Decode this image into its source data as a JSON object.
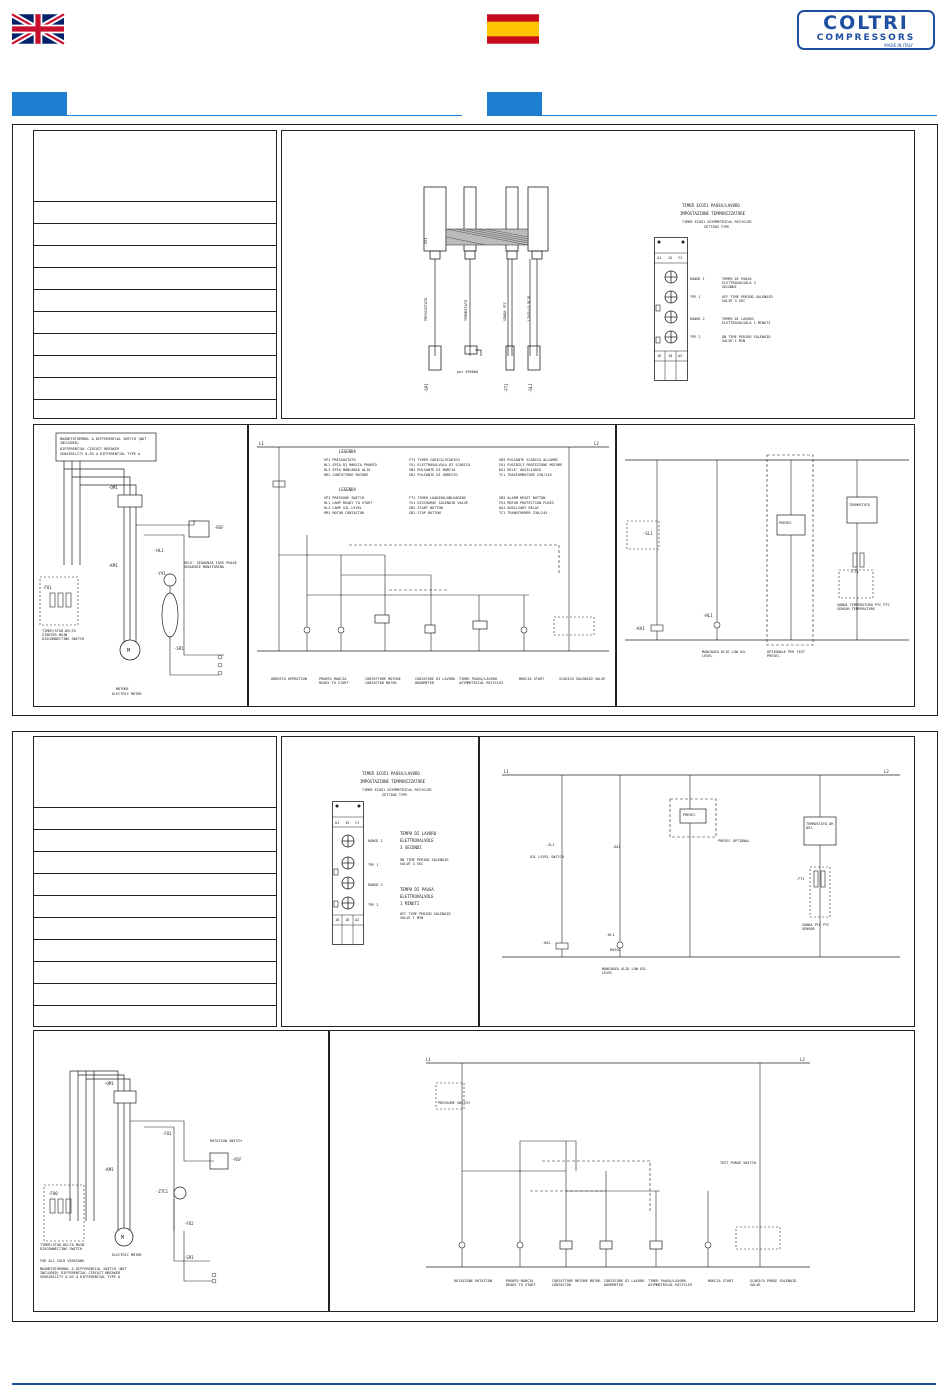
{
  "header": {
    "logo": {
      "brand": "COLTRI",
      "sub": "COMPRESSORS",
      "tagline": "MADE IN ITALY"
    },
    "flags": [
      "uk-flag",
      "spain-flag"
    ]
  },
  "colors": {
    "accent": "#1e7fd0",
    "brand": "#1e4fa0"
  },
  "top": {
    "timer": {
      "title1": "TIMER ECO51 PAUSA/LAVORO",
      "title2": "IMPOSTAZIONE TEMPORIZZATORE",
      "title3": "TIMER ECO51 ASYMMETRICAL RECYCLER",
      "title4": "SETTING TYPE",
      "terminals_top": [
        "A1",
        "15",
        "Y1"
      ],
      "terminals_bottom": [
        "16",
        "18",
        "A2"
      ],
      "range1": "RANGE 1",
      "range1_note": "TEMPO DI PAUSA ELETTROVALVOLA 3 SECONDI",
      "tpe1": "TPE 1",
      "tpe1_note": "OFF TIME PERIOD SOLENOID VALVE 3 SEC",
      "range2": "RANGE 2",
      "range2_note": "TEMPO DI LAVORO ELETTROVALVOLA 1 MINUTI",
      "tpe2": "TPE 2",
      "tpe2_note": "ON TIME PERIOD SOLENOID VALVE 1 MIN"
    },
    "sensors": [
      "-SP1",
      "-SL1",
      "-FT1",
      "-KT1"
    ],
    "sensor_note": "per SP6000",
    "power_notes": {
      "mag": "MAGNETOTHERMAL & DIFFERENTIAL SWITCH (NOT INCLUDED)",
      "diff": "DIFFERENTIAL CIRCUIT BREAKER",
      "sens": "SENSIBILITY 0.03 A  DIFFERENTIAL TYPE A",
      "main": "TIMER/STAR-DELTA STARTER MAIN DISCONNECTING SWITCH",
      "motor": "MOTORE",
      "motor_en": "ELECTRIC MOTOR",
      "relay": "RELE' SEQUENZA FASE PHASE SEQUENCE MONITORING"
    },
    "control": {
      "legend_title": "LEGENDA",
      "legend_title2": "LEGENDA",
      "legend_left": [
        "SP1 PRESSOSTATO",
        "HL1 SPIA DI MARCIA PRONTO",
        "HL2 SPIA MANCANZA OLIO",
        "KM1 CONTATTORE MOTORE"
      ],
      "legend_mid": [
        "FT1 TIMER CARICA/SCARICO",
        "YV1 ELETTROVALVOLA DI SCARICO",
        "SB2 PULSANTE DI MARCIA",
        "SB1 PULSANTE DI ARRESTO"
      ],
      "legend_right": [
        "SB3 PULSANTE SCARICO ALLARMI",
        "FU1 FUSIBILI PROTEZIONE MOTORE",
        "KA1 RELE' AUSILIARIO",
        "TC1 TRASFORMATORE 230/24V"
      ],
      "legend_left_en": [
        "SP1 PRESSURE SWITCH",
        "HL1 LAMP READY TO START",
        "HL2 LAMP OIL LEVEL",
        "KM1 MOTOR CONTACTOR"
      ],
      "legend_mid_en": [
        "FT1 TIMER LOADING/UNLOADING",
        "YV1 DISCHARGE SOLENOID VALVE",
        "SB2 START BUTTON",
        "SB1 STOP BUTTON"
      ],
      "legend_right_en": [
        "SB3 ALARM RESET BUTTON",
        "FU1 MOTOR PROTECTION FUSES",
        "KA1 AUXILIARY RELAY",
        "TC1 TRANSFORMER 230/24V"
      ],
      "bottom_labels": [
        "ARRESTO OPERATION",
        "PRONTO MARCIA READY TO START",
        "CONTATTORE MOTORE CONTACTOR MOTOR",
        "CONTATORE DI LAVORO HOURMETER",
        "TIMER PAUSA/LAVORO ASYMMETRICAL RECYCLES",
        "MARCIA START",
        "SCARICO SOLENOID VALVE"
      ]
    },
    "oil": {
      "labels": [
        "-SL1",
        "-HL1",
        "-KA1",
        "PRESEC",
        "TERMOSTATO",
        "-FT1"
      ],
      "low_oil": "MANCANZA OLIO LOW OIL LEVEL",
      "presec": "OPZIONALE PER TEST PRESEC",
      "probe": "SONDA TEMPERATURA PTC PTC SENSOR TEMPERATURE"
    }
  },
  "bottom": {
    "timer": {
      "title1": "TIMER ECO51 PAUSA/LAVORO",
      "title2": "IMPOSTAZIONE TEMPORIZZATORE",
      "title3": "TIMER ECO51 ASYMMETRICAL RECYCLER",
      "title4": "SETTING TYPE",
      "terminals_top": [
        "A1",
        "15",
        "Y1"
      ],
      "terminals_bottom": [
        "16",
        "18",
        "A2"
      ],
      "range1": "RANGE 1",
      "range1_big": "TEMPO DI LAVORO",
      "range1_big2": "ELETTROVALVOLE",
      "range1_big3": "3 SECONDI",
      "tpe1": "TPE 1",
      "tpe1_note": "ON TIME PERIOD SOLENOID VALVE 3 SEC",
      "range2": "RANGE 2",
      "range2_big": "TEMPO DI PAUSA",
      "range2_big2": "ELETTROVALVOLE",
      "range2_big3": "1 MINUTI",
      "tpe2": "TPE 2",
      "tpe2_note": "OFF TIME PERIOD SOLENOID VALVE 1 MIN"
    },
    "oil": {
      "sl1": "-SL1",
      "sl1_note": "OIL LEVEL SWITCH",
      "ka1": "-KA1",
      "hl1": "-HL1",
      "hl1_color": "ROSSO",
      "presec": "PRESEC",
      "presec_note": "PRESEC OPTIONAL",
      "low_oil": "MANCANZA OLIO LOW OIL LEVEL",
      "termo": "TERMOSTATO OR 851",
      "ft1": "-FT1",
      "probe": "SONDA PTC PTC SENSOR"
    },
    "power": {
      "main": "TIMER/STAR-DELTA MAIN DISCONNECTING SWITCH",
      "note": "FOR ALL COLD VERSIONS",
      "motor": "ELECTRIC MOTOR",
      "rotation": "ROTATION SWITCH",
      "warn": "MAGNETOTHERMAL & DIFFERENTIAL SWITCH (NOT INCLUDED) DIFFERENTIAL CIRCUIT BREAKER SENSIBILITY 0.03 A DIFFERENTIAL TYPE A"
    },
    "control": {
      "pressure": "PRESSURE SWITCH",
      "test": "TEST PURGE SWITCH",
      "bottom_labels": [
        "ROTAZIONE ROTATION",
        "PRONTO MARCIA READY TO START",
        "CONTATTORE MOTORE MOTOR CONTACTOR",
        "CONTATORE DI LAVORO HOURMETER",
        "TIMER PAUSA/LAVORO ASYMMETRICAL RECYCLES",
        "MARCIA START",
        "SCARICO PURGE SOLENOID VALVE"
      ]
    }
  }
}
